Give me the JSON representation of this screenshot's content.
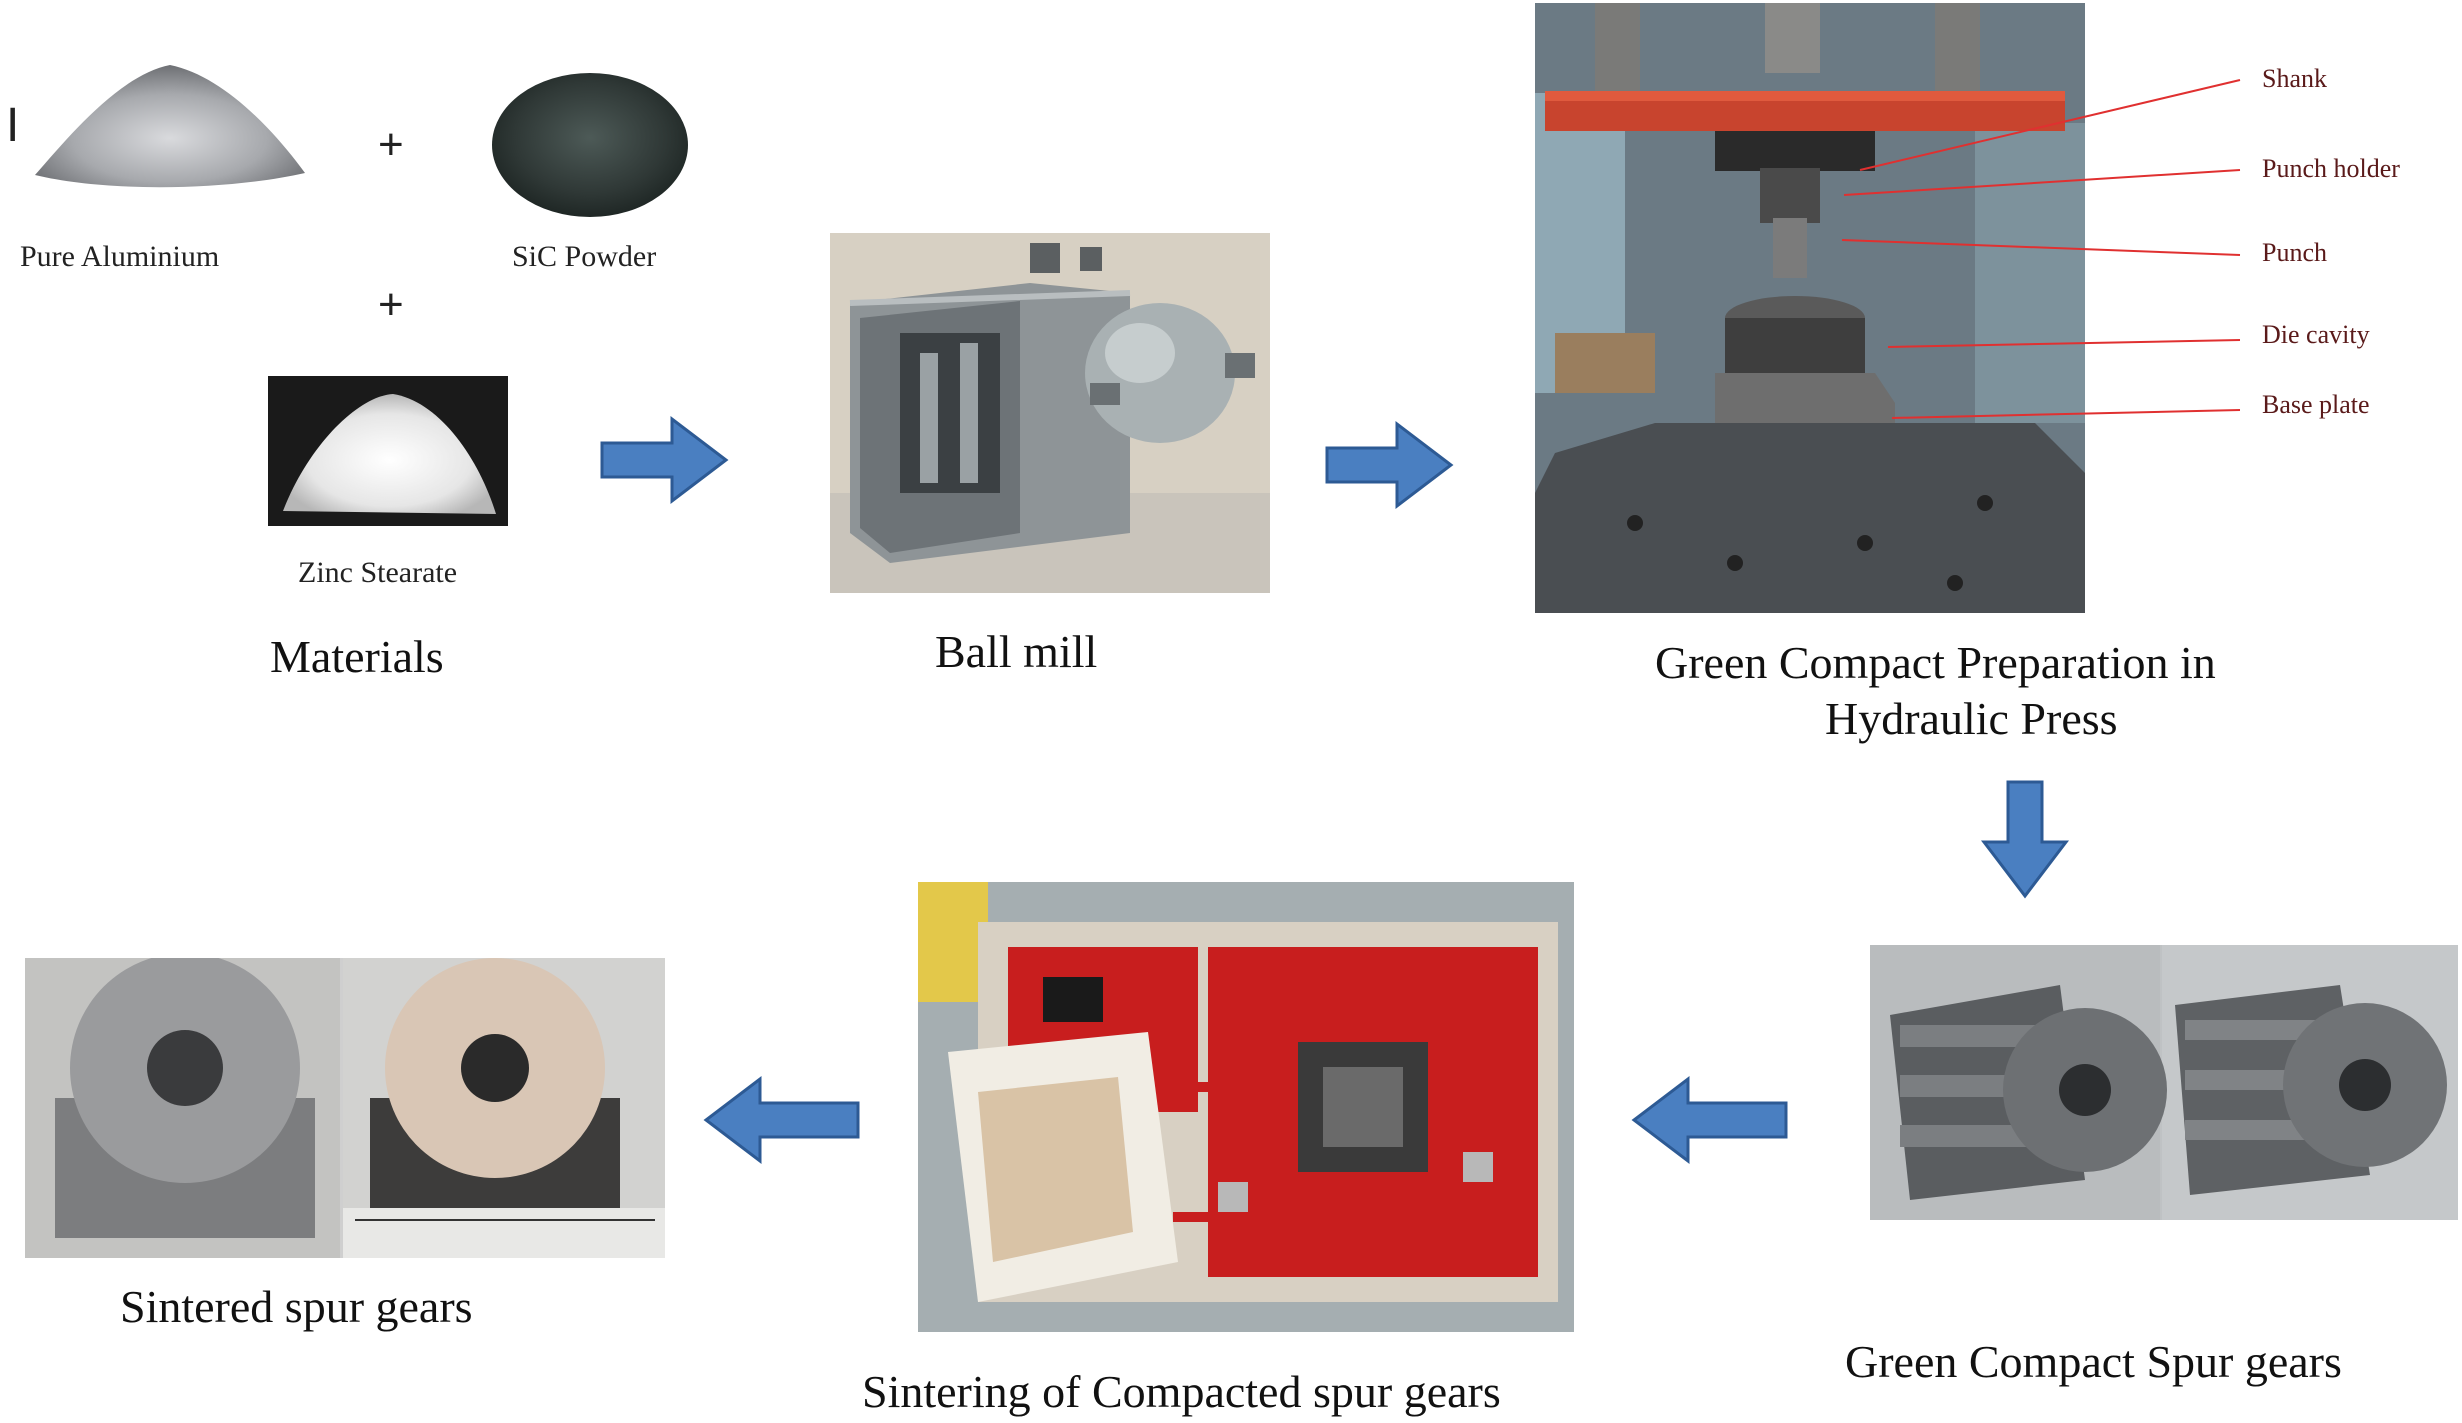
{
  "materials": {
    "pure_aluminium": "Pure Aluminium",
    "sic_powder": "SiC Powder",
    "zinc_stearate": "Zinc Stearate",
    "plus": "+",
    "marker": "I",
    "caption": "Materials"
  },
  "ball_mill": {
    "caption": "Ball mill"
  },
  "press": {
    "caption_line1": "Green Compact Preparation in",
    "caption_line2": "Hydraulic Press",
    "labels": [
      "Shank",
      "Punch holder",
      "Punch",
      "Die cavity",
      "Base plate"
    ]
  },
  "green_gears": {
    "caption": "Green Compact Spur gears"
  },
  "sintering": {
    "caption": "Sintering of Compacted spur gears"
  },
  "sintered": {
    "caption": "Sintered spur gears"
  },
  "colors": {
    "arrow": "#4a7fc1",
    "arrow_edge": "#2d5a94",
    "label_line": "#e03030",
    "furnace_red": "#c81e1e"
  }
}
